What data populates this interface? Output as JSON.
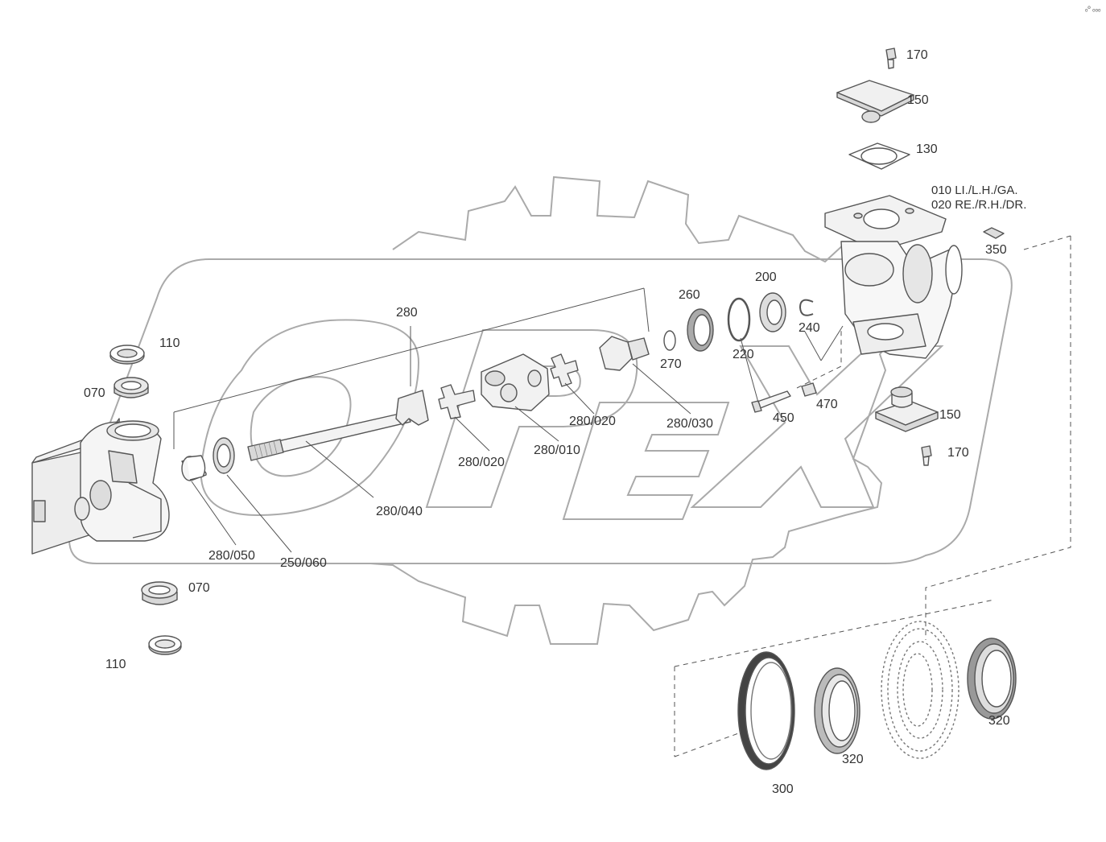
{
  "diagram": {
    "corner_mark": "ₒº ₒₒₒ",
    "notes": [
      "010 LI./L.H./GA.",
      "020 RE./R.H./DR."
    ],
    "labels": {
      "l170_top": "170",
      "l150_top": "150",
      "l130": "130",
      "l350": "350",
      "l200": "200",
      "l260": "260",
      "l240": "240",
      "l220": "220",
      "l270": "270",
      "l280": "280",
      "l110_top": "110",
      "l070_top": "070",
      "l280_020_right": "280/020",
      "l280_030": "280/030",
      "l450": "450",
      "l470": "470",
      "l150_bottom": "150",
      "l170_bottom": "170",
      "l280_020_left": "280/020",
      "l280_010": "280/010",
      "l280_040": "280/040",
      "l280_050": "280/050",
      "l250_060": "250/060",
      "l070_bottom": "070",
      "l110_bottom": "110",
      "l300": "300",
      "l320_mid": "320",
      "l320_right": "320"
    }
  }
}
